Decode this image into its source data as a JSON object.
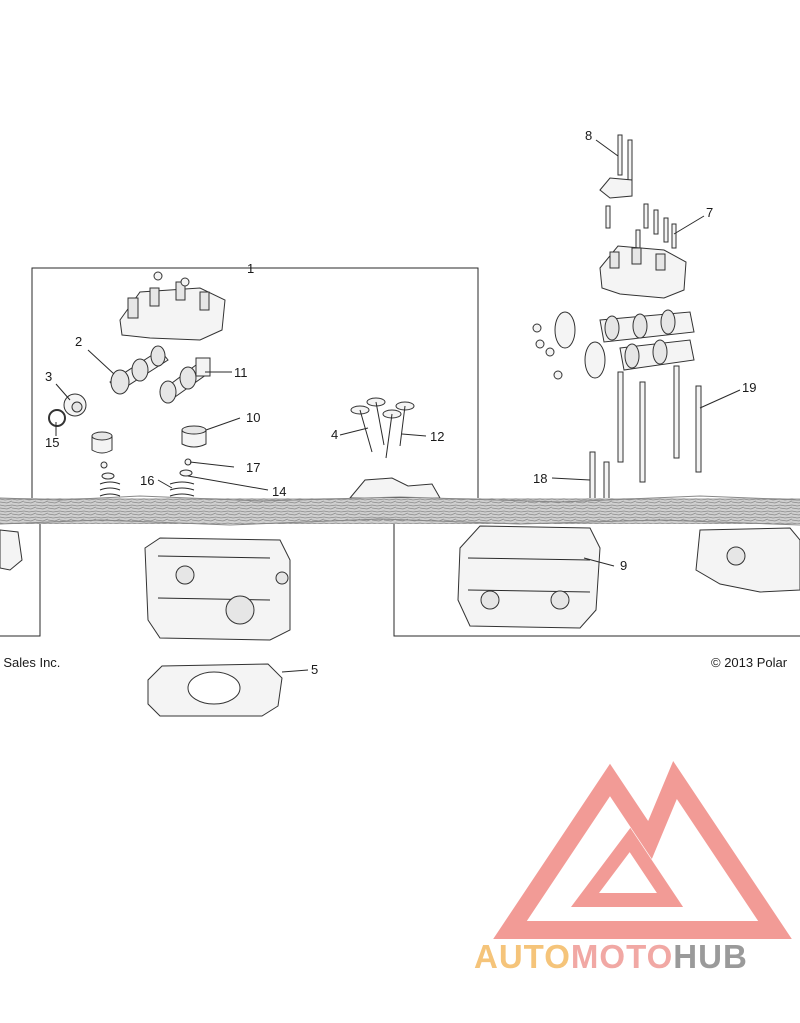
{
  "diagram": {
    "callouts": [
      "1",
      "2",
      "3",
      "4",
      "5",
      "7",
      "8",
      "9",
      "10",
      "11",
      "12",
      "14",
      "15",
      "16",
      "17",
      "18",
      "19"
    ]
  },
  "footer": {
    "copyright_left": "ris Sales Inc.",
    "copyright_right": "© 2013 Polar"
  },
  "watermark": {
    "part1": "AUTO",
    "part2": "MOTO",
    "part3": "HUB",
    "colors": {
      "auto": "#f5c47a",
      "moto": "#f1a8a4",
      "hub": "#9a9a9a",
      "mark": "#f08a84"
    }
  }
}
